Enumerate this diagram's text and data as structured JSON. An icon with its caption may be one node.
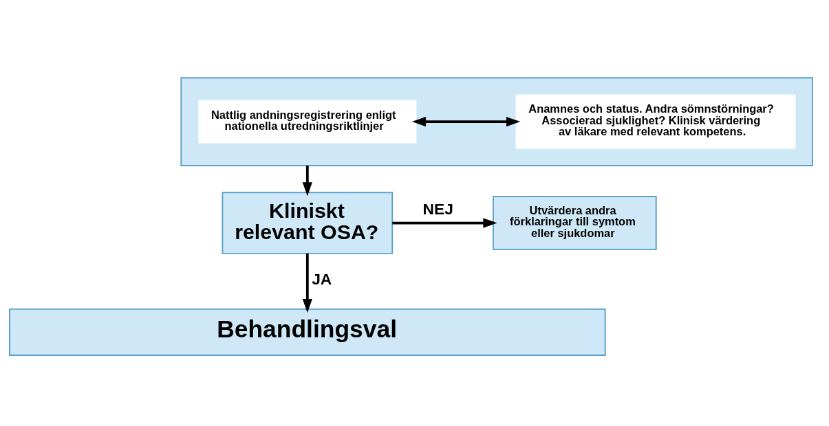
{
  "diagram": {
    "nodes": [
      {
        "text": [],
        "shape": "box"
      },
      {
        "text": [
          "Nattlig andningsregistrering enligt nationella utredningsriktlinjer"
        ],
        "in": 0
      },
      {
        "text": [
          "Anamnes och status. Andra sömnstörningar? Associerad sjuklighet? Klinisk värdering av läkare med relevant kompetens."
        ],
        "in": 0
      },
      {
        "text": [
          "Utvärdera andra förklaringar till symtom eller sjukdomar"
        ]
      },
      {
        "text": [
          "Kliniskt relevant OSA?"
        ]
      },
      {
        "text": [
          "Behandlingsval"
        ]
      }
    ],
    "edges": [
      {
        "from": 1,
        "to": 2,
        "arrow": "both"
      },
      {
        "from": 0,
        "to": 4,
        "arrow": "to"
      },
      {
        "from": 4,
        "to": 3,
        "arrow": "to",
        "label": "NEJ"
      },
      {
        "from": 4,
        "to": 5,
        "arrow": "to",
        "label": "JA"
      }
    ]
  }
}
